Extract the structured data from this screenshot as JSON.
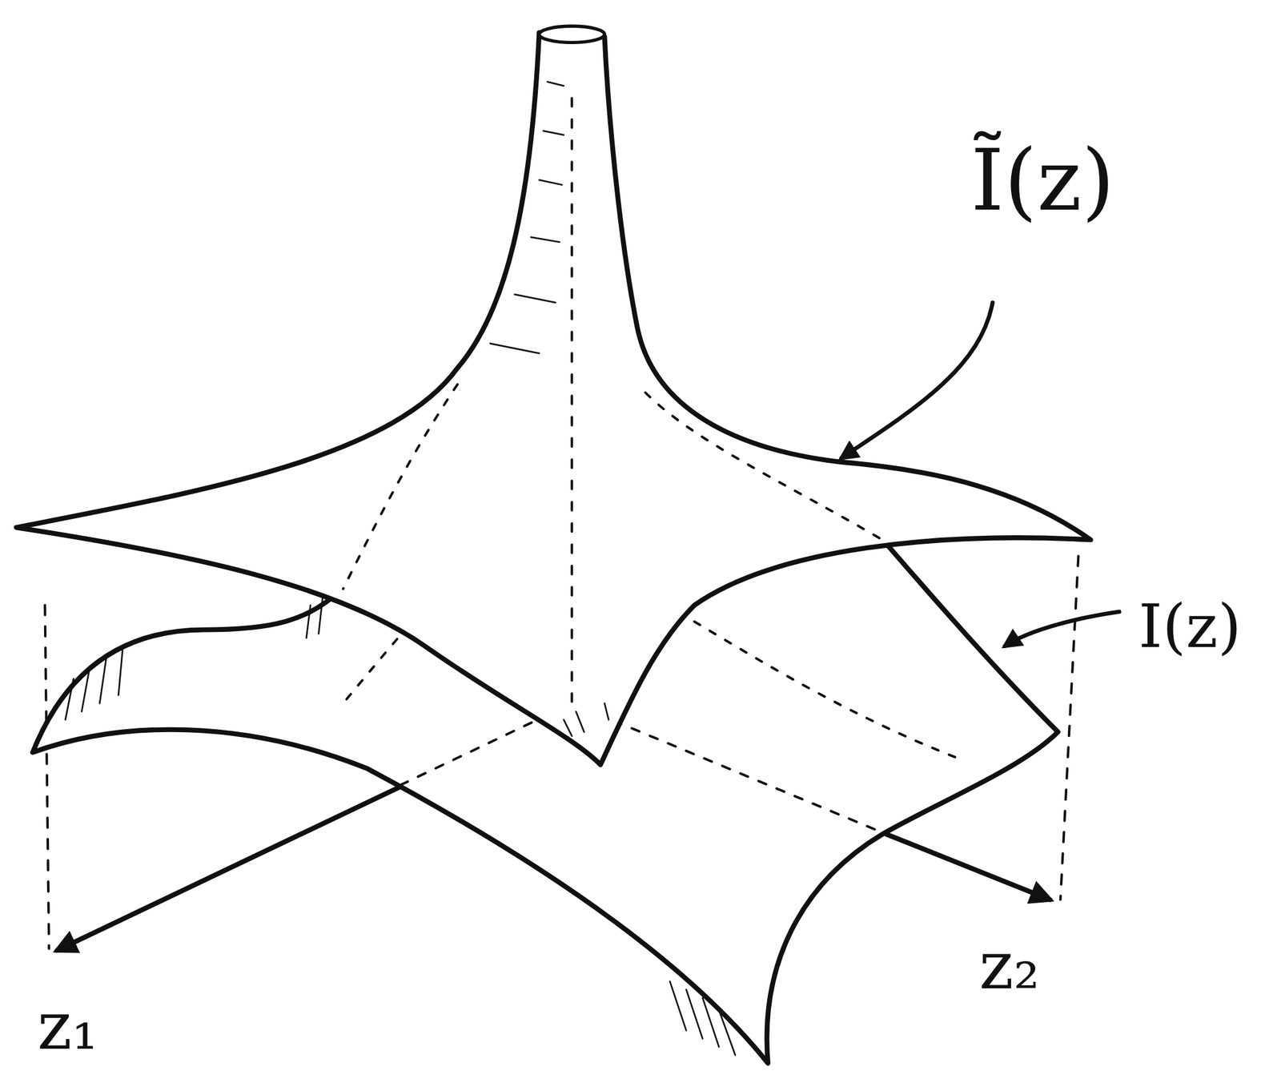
{
  "diagram": {
    "labels": [
      "Ĩ(z)",
      "I(z)",
      "z₁",
      "z₂"
    ]
  }
}
